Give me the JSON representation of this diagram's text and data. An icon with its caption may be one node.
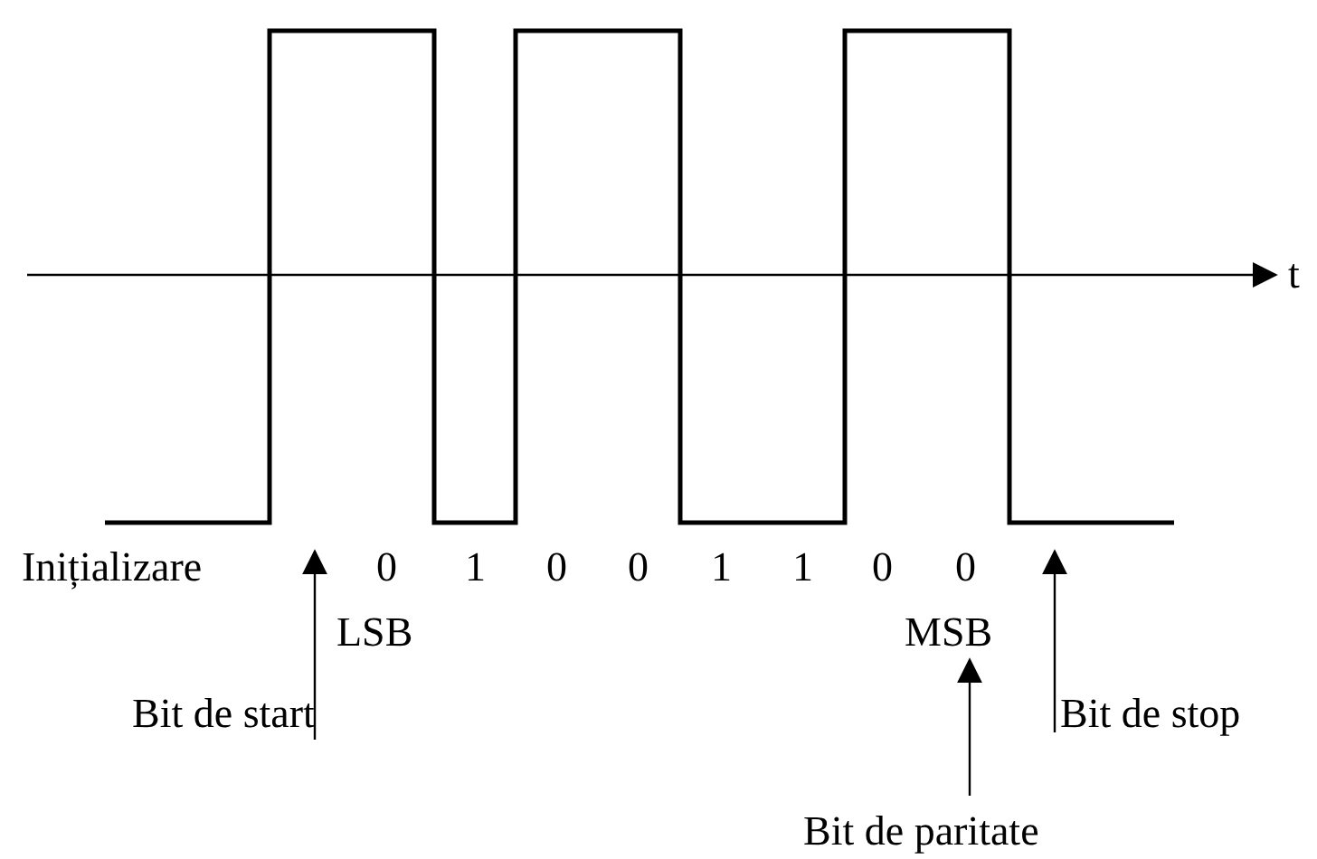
{
  "diagram": {
    "nodes": [
      {
        "text": [
          "Bit de start"
        ]
      },
      {
        "text": [
          "Bit de paritate"
        ]
      },
      {
        "text": [
          "Bit de stop"
        ]
      },
      {
        "text": [
          "MSB"
        ]
      }
    ],
    "edges": [
      {
        "from": 0,
        "to": null,
        "arrow": "to"
      },
      {
        "from": 1,
        "to": 3,
        "arrow": "to"
      },
      {
        "from": 2,
        "to": null,
        "arrow": "to"
      }
    ],
    "labels": [
      "t",
      "Inițializare",
      "0",
      "1",
      "0",
      "0",
      "1",
      "1",
      "0",
      "0",
      "LSB"
    ]
  }
}
